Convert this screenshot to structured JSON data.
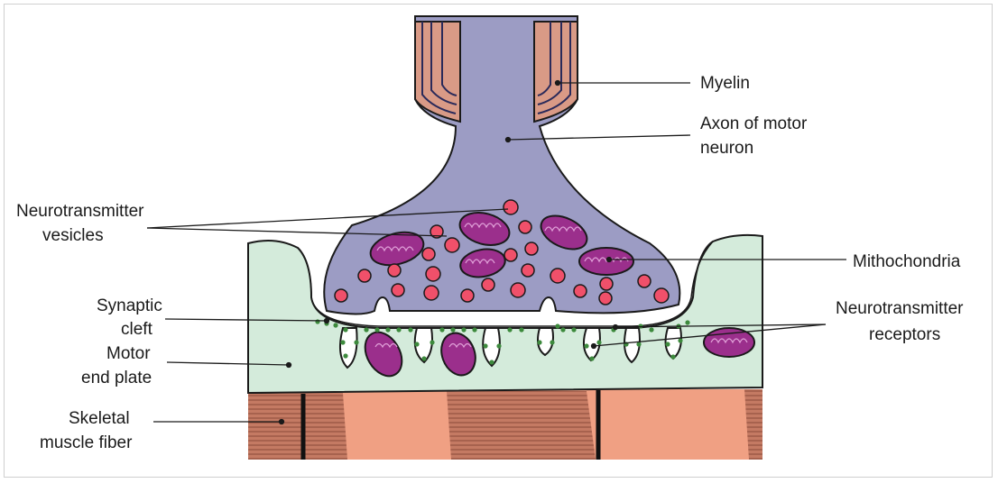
{
  "labels": {
    "myelin": "Myelin",
    "axon_line1": "Axon of motor",
    "axon_line2": "neuron",
    "vesicles_line1": "Neurotransmitter",
    "vesicles_line2": "vesicles",
    "mitochondria": "Mithochondria",
    "cleft_line1": "Synaptic",
    "cleft_line2": "cleft",
    "plate_line1": "Motor",
    "plate_line2": "end plate",
    "receptors_line1": "Neurotransmitter",
    "receptors_line2": "receptors",
    "muscle_line1": "Skeletal",
    "muscle_line2": "muscle fiber"
  },
  "colors": {
    "axon": "#9c9cc4",
    "myelin": "#d99a86",
    "end_plate": "#d4ebdb",
    "muscle_light": "#f0a083",
    "muscle_dark": "#b86a55",
    "vesicle": "#f0506a",
    "mitochondria": "#9b2f8c",
    "receptor": "#3d8a3d",
    "outline": "#1a1a1a"
  }
}
